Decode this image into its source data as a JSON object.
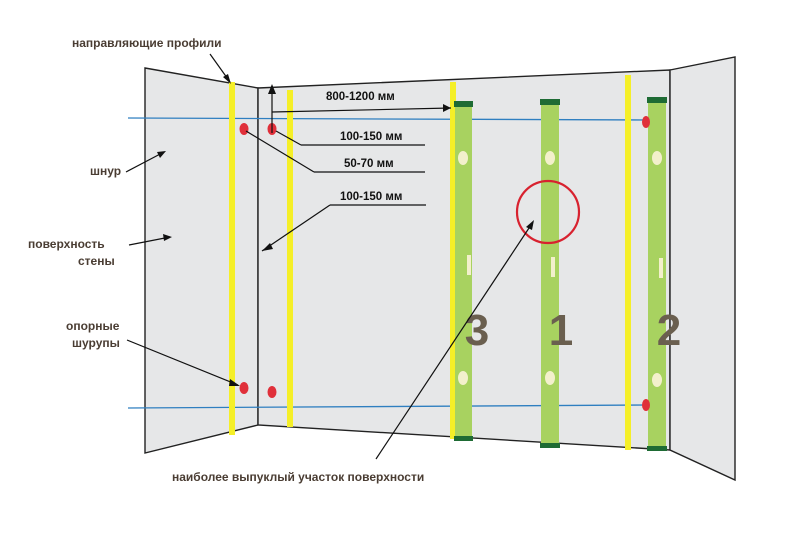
{
  "labels": {
    "guide_profiles": "направляющие профили",
    "cord": "шнур",
    "wall_surface_1": "поверхность",
    "wall_surface_2": "стены",
    "support_screws_1": "опорные",
    "support_screws_2": "шурупы",
    "most_convex": "наиболее выпуклый участок поверхности"
  },
  "dimensions": {
    "profile_spacing": "800-1200 мм",
    "offset_top": "100-150 мм",
    "corner_gap": "50-70 мм",
    "offset_side": "100-150 мм"
  },
  "levels": {
    "left": "3",
    "center": "1",
    "right": "2"
  },
  "colors": {
    "wall": "#e6e7e8",
    "profile": "#f5ef28",
    "level": "#a8d260",
    "level_cap": "#1e6b34",
    "cord": "#2f7fc0",
    "screw": "#e0303a",
    "highlight_circle": "#d8222f",
    "label_text": "#4a3d33"
  }
}
